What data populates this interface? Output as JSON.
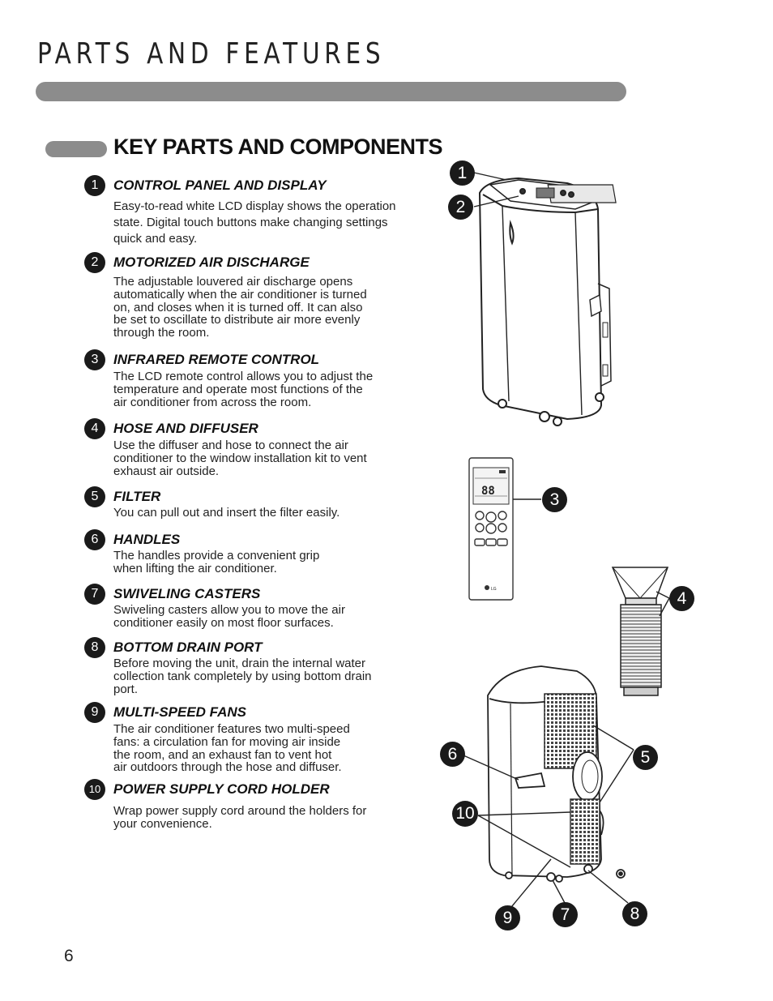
{
  "header": {
    "title": "PARTS AND FEATURES"
  },
  "section": {
    "title": "KEY PARTS AND COMPONENTS"
  },
  "items": [
    {
      "num": "1",
      "title": "CONTROL PANEL  AND DISPLAY",
      "desc": "Easy-to-read white LCD display shows the operation\nstate. Digital touch buttons make changing settings\nquick and easy."
    },
    {
      "num": "2",
      "title": "MOTORIZED AIR DISCHARGE",
      "desc": "The adjustable louvered air discharge opens\nautomatically when the air conditioner is turned\non, and closes when it is turned off. It can also\nbe set to oscillate to distribute air more evenly\nthrough the room."
    },
    {
      "num": "3",
      "title": "INFRARED REMOTE CONTROL",
      "desc": "The LCD remote control allows you to adjust the\ntemperature and operate most functions of the\nair conditioner from across the room."
    },
    {
      "num": "4",
      "title": "HOSE AND DIFFUSER",
      "desc": "Use the diffuser and hose to connect the air\nconditioner to the window installation kit to vent\nexhaust air outside."
    },
    {
      "num": "5",
      "title": "FILTER",
      "desc": "You can pull out and insert the filter easily."
    },
    {
      "num": "6",
      "title": "HANDLES",
      "desc": "The handles provide a convenient grip\nwhen lifting the air conditioner."
    },
    {
      "num": "7",
      "title": "SWIVELING CASTERS",
      "desc": "Swiveling casters allow you to move the air\nconditioner easily on most floor surfaces."
    },
    {
      "num": "8",
      "title": "BOTTOM DRAIN PORT",
      "desc": "Before moving the unit, drain the internal water\ncollection tank completely by using bottom drain\nport."
    },
    {
      "num": "9",
      "title": "MULTI-SPEED FANS",
      "desc": "The air conditioner features two multi-speed\nfans: a circulation fan for moving air inside\nthe room, and an exhaust fan to vent hot\nair outdoors through the hose and diffuser."
    },
    {
      "num": "10",
      "title": "POWER SUPPLY CORD HOLDER",
      "desc": "Wrap power supply cord around the holders for\nyour convenience."
    }
  ],
  "callouts": [
    "1",
    "2",
    "3",
    "4",
    "5",
    "6",
    "7",
    "8",
    "9",
    "10"
  ],
  "remote": {
    "display": "88",
    "brand": "LG"
  },
  "page_number": "6"
}
